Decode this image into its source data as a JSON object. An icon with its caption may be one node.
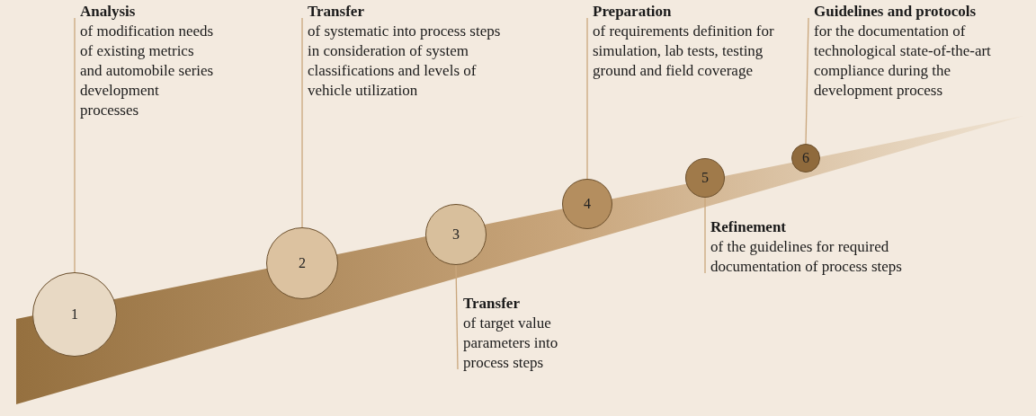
{
  "diagram": {
    "nodes": [
      {
        "text": [
          "1"
        ]
      },
      {
        "text": [
          "2"
        ]
      },
      {
        "text": [
          "3"
        ]
      },
      {
        "text": [
          "4"
        ]
      },
      {
        "text": [
          "5"
        ]
      },
      {
        "text": [
          "6"
        ]
      },
      {
        "text": [
          "Analysis",
          "of modification needs of existing metrics and automobile series development processes"
        ]
      },
      {
        "text": [
          "Transfer",
          "of systematic into process steps in consideration of system classifications and levels of vehicle utilization"
        ]
      },
      {
        "text": [
          "Transfer",
          "of target value parameters into process steps"
        ]
      },
      {
        "text": [
          "Preparation",
          "of requirements definition for simulation, lab tests, testing ground and field coverage"
        ]
      },
      {
        "text": [
          "Refinement",
          "of the guidelines for required documentation of process steps"
        ]
      },
      {
        "text": [
          "Guidelines and protocols",
          "for the documentation of technological state-of-the-art compliance during the development process"
        ]
      }
    ],
    "edges": [
      {
        "from": 6,
        "to": 0,
        "arrow": "none"
      },
      {
        "from": 7,
        "to": 1,
        "arrow": "none"
      },
      {
        "from": 8,
        "to": 2,
        "arrow": "none"
      },
      {
        "from": 9,
        "to": 3,
        "arrow": "none"
      },
      {
        "from": 10,
        "to": 4,
        "arrow": "none"
      },
      {
        "from": 11,
        "to": 5,
        "arrow": "none"
      }
    ]
  }
}
